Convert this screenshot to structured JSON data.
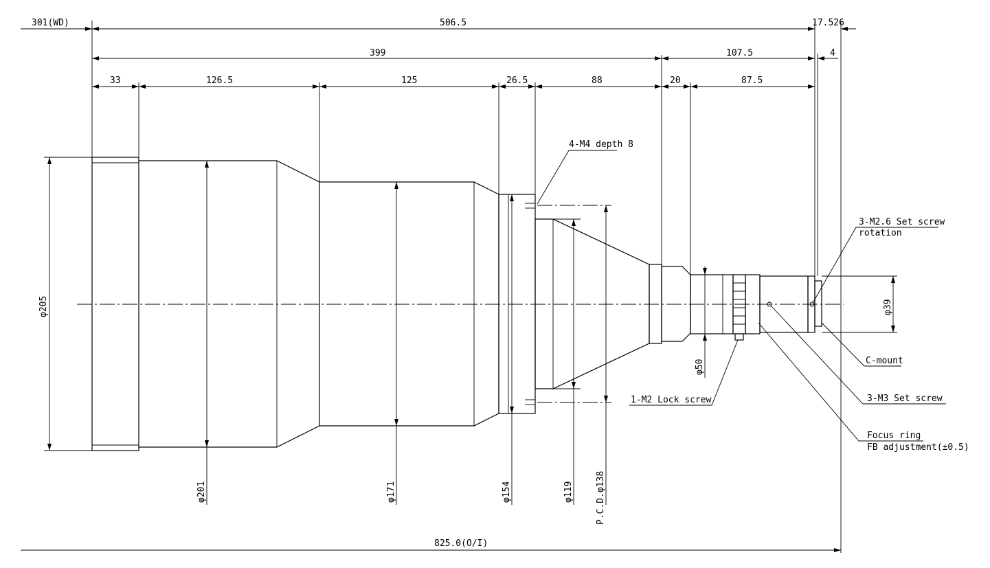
{
  "dimensions": {
    "wd": "301(WD)",
    "total_length": "506.5",
    "flange_back": "17.526",
    "body_length": "399",
    "rear_length": "107.5",
    "mount_thickness": "4",
    "seg_1": "33",
    "seg_2": "126.5",
    "seg_3": "125",
    "seg_4": "26.5",
    "seg_5": "88",
    "seg_6": "20",
    "seg_7": "87.5",
    "oi_distance": "825.0(O/I)"
  },
  "diameters": {
    "d205": "φ205",
    "d201": "φ201",
    "d171": "φ171",
    "d154": "φ154",
    "d119": "φ119",
    "pcd": "P.C.D.φ138",
    "d50": "φ50",
    "d39": "φ39"
  },
  "callouts": {
    "tapped_holes": "4-M4 depth 8",
    "set_screw_m26_line1": "3-M2.6 Set screw",
    "set_screw_m26_line2": "rotation",
    "c_mount": "C-mount",
    "set_screw_m3": "3-M3 Set screw",
    "lock_screw": "1-M2 Lock screw",
    "focus_ring_line1": "Focus ring",
    "focus_ring_line2": "FB adjustment(±0.5)"
  }
}
